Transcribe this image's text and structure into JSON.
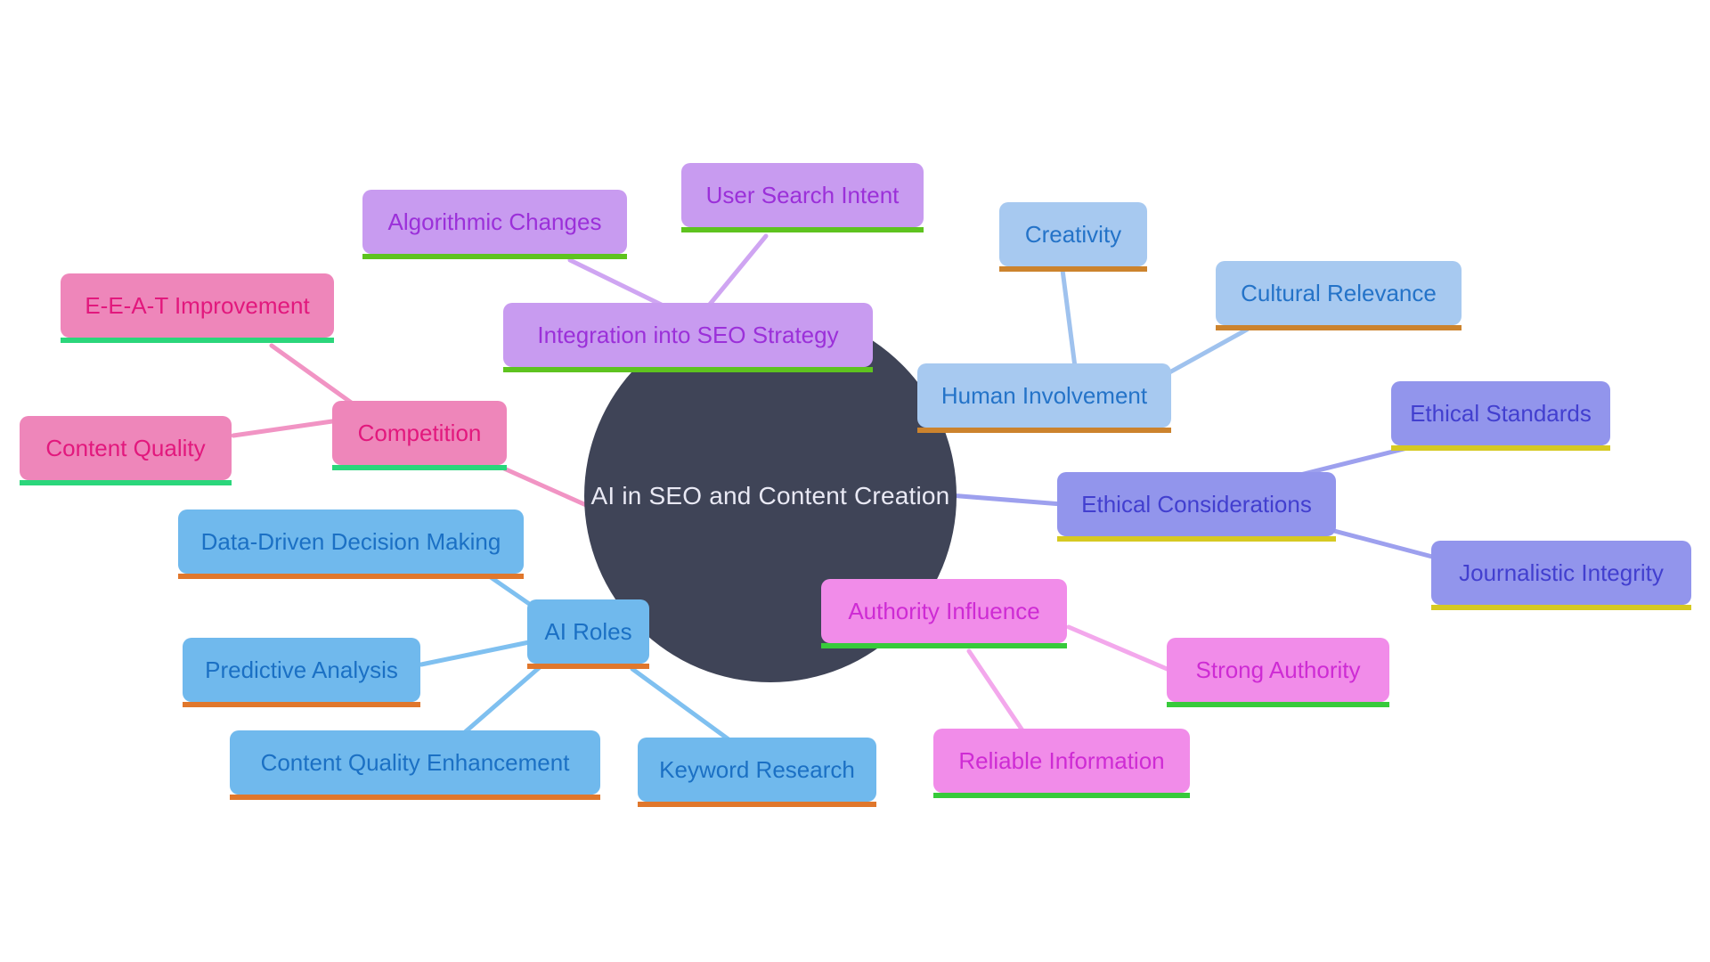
{
  "center": {
    "label": "AI in SEO and Content Creation"
  },
  "nodes": [
    {
      "id": "integration-into-seo-strategy",
      "label": "Integration into SEO Strategy",
      "cluster": "purple"
    },
    {
      "id": "algorithmic-changes",
      "label": "Algorithmic Changes",
      "cluster": "purple"
    },
    {
      "id": "user-search-intent",
      "label": "User Search Intent",
      "cluster": "purple"
    },
    {
      "id": "competition",
      "label": "Competition",
      "cluster": "pink"
    },
    {
      "id": "e-e-a-t-improvement",
      "label": "E-E-A-T Improvement",
      "cluster": "pink"
    },
    {
      "id": "content-quality",
      "label": "Content Quality",
      "cluster": "pink"
    },
    {
      "id": "human-involvement",
      "label": "Human Involvement",
      "cluster": "lightblue"
    },
    {
      "id": "creativity",
      "label": "Creativity",
      "cluster": "lightblue"
    },
    {
      "id": "cultural-relevance",
      "label": "Cultural Relevance",
      "cluster": "lightblue"
    },
    {
      "id": "ethical-considerations",
      "label": "Ethical Considerations",
      "cluster": "periwinkle"
    },
    {
      "id": "ethical-standards",
      "label": "Ethical Standards",
      "cluster": "periwinkle"
    },
    {
      "id": "journalistic-integrity",
      "label": "Journalistic Integrity",
      "cluster": "periwinkle"
    },
    {
      "id": "ai-roles",
      "label": "AI Roles",
      "cluster": "skyblue"
    },
    {
      "id": "data-driven-decision-making",
      "label": "Data-Driven Decision Making",
      "cluster": "skyblue"
    },
    {
      "id": "predictive-analysis",
      "label": "Predictive Analysis",
      "cluster": "skyblue"
    },
    {
      "id": "content-quality-enhancement",
      "label": "Content Quality Enhancement",
      "cluster": "skyblue"
    },
    {
      "id": "keyword-research",
      "label": "Keyword Research",
      "cluster": "skyblue"
    },
    {
      "id": "authority-influence",
      "label": "Authority Influence",
      "cluster": "violet"
    },
    {
      "id": "strong-authority",
      "label": "Strong Authority",
      "cluster": "violet"
    },
    {
      "id": "reliable-information",
      "label": "Reliable Information",
      "cluster": "violet"
    }
  ],
  "edges": [
    {
      "from": "algorithmic-changes",
      "to": "integration-into-seo-strategy",
      "cluster": "purple"
    },
    {
      "from": "user-search-intent",
      "to": "integration-into-seo-strategy",
      "cluster": "purple"
    },
    {
      "from": "e-e-a-t-improvement",
      "to": "competition",
      "cluster": "pink"
    },
    {
      "from": "content-quality",
      "to": "competition",
      "cluster": "pink"
    },
    {
      "from": "competition",
      "to": "center",
      "cluster": "pink"
    },
    {
      "from": "creativity",
      "to": "human-involvement",
      "cluster": "lightblue"
    },
    {
      "from": "cultural-relevance",
      "to": "human-involvement",
      "cluster": "lightblue"
    },
    {
      "from": "center",
      "to": "ethical-considerations",
      "cluster": "periwinkle"
    },
    {
      "from": "ethical-considerations",
      "to": "ethical-standards",
      "cluster": "periwinkle"
    },
    {
      "from": "ethical-considerations",
      "to": "journalistic-integrity",
      "cluster": "periwinkle"
    },
    {
      "from": "data-driven-decision-making",
      "to": "ai-roles",
      "cluster": "skyblue"
    },
    {
      "from": "predictive-analysis",
      "to": "ai-roles",
      "cluster": "skyblue"
    },
    {
      "from": "ai-roles",
      "to": "content-quality-enhancement",
      "cluster": "skyblue"
    },
    {
      "from": "ai-roles",
      "to": "keyword-research",
      "cluster": "skyblue"
    },
    {
      "from": "authority-influence",
      "to": "strong-authority",
      "cluster": "violet"
    },
    {
      "from": "authority-influence",
      "to": "reliable-information",
      "cluster": "violet"
    }
  ],
  "palette": {
    "center": {
      "fill": "#3f4457",
      "text": "#e9e9f4"
    },
    "purple": {
      "fill": "#c89bf0",
      "text": "#9b30d9",
      "underline": "#5ec31f",
      "link": "#cfa5f2"
    },
    "pink": {
      "fill": "#ee86ba",
      "text": "#e2187d",
      "underline": "#2bd67b",
      "link": "#f194c4"
    },
    "lightblue": {
      "fill": "#a7c9f0",
      "text": "#2473c8",
      "underline": "#cc832d",
      "link": "#9fc2ee"
    },
    "periwinkle": {
      "fill": "#9295ec",
      "text": "#423fcf",
      "underline": "#d6c922",
      "link": "#9da0ee"
    },
    "skyblue": {
      "fill": "#70b9ed",
      "text": "#1b70c4",
      "underline": "#e0772c",
      "link": "#7fc0f0"
    },
    "violet": {
      "fill": "#f18ce9",
      "text": "#ce2bd4",
      "underline": "#37ca3b",
      "link": "#f3a8ec"
    }
  }
}
